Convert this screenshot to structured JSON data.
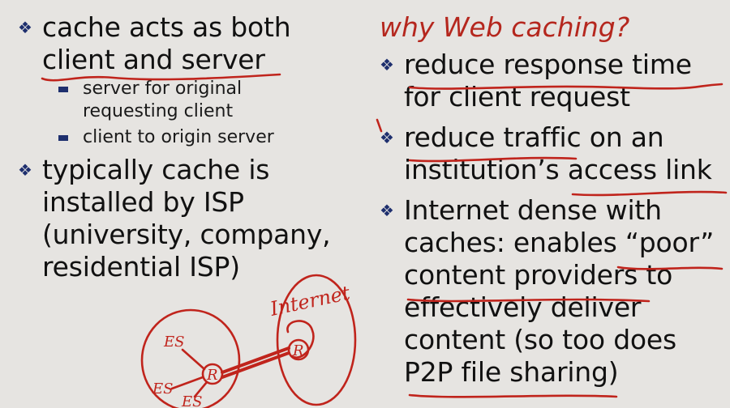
{
  "left": {
    "bullet1": "cache acts as both\nclient and server",
    "sub_items": [
      "server for original\nrequesting client",
      "client to origin server"
    ],
    "bullet2": "typically cache is\ninstalled by ISP\n(university, company,\nresidential ISP)"
  },
  "right": {
    "heading": "why Web caching?",
    "bullets": [
      "reduce response time\nfor client request",
      "reduce traffic on an\ninstitution’s access link",
      "Internet dense with\ncaches: enables “poor”\ncontent providers to\neffectively deliver\ncontent (so too does\nP2P file sharing)"
    ]
  },
  "annotation": {
    "internet_label": "Internet",
    "router_left": "R",
    "router_right": "R",
    "es_labels": [
      "ES",
      "ES",
      "ES"
    ]
  },
  "colors": {
    "bullet_color": "#1e2f6e",
    "heading_color": "#b5271e",
    "ink_red": "#c0241c",
    "background": "#e6e4e1"
  },
  "icons": {
    "bullet_level1": "diamond-bullet-icon",
    "bullet_level2": "square-bullet-icon"
  }
}
